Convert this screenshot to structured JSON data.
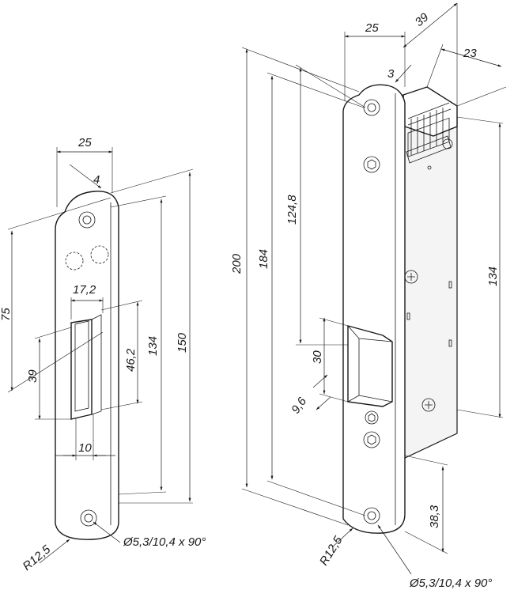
{
  "left_view": {
    "dims": {
      "width_top": "25",
      "step": "4",
      "slot_width": "17,2",
      "height_75": "75",
      "slot_height": "39",
      "offset": "46,2",
      "height_134": "134",
      "height_150": "150",
      "bottom_width": "10",
      "radius": "R12,5",
      "hole": "Ø5,3/10,4 x 90°"
    }
  },
  "right_view": {
    "dims": {
      "front_width": "25",
      "depth": "39",
      "body_width": "23",
      "plate_thickness": "3",
      "height_200": "200",
      "height_184": "184",
      "height_124": "124,8",
      "body_height": "134",
      "latch_height": "30",
      "latch_offset": "9,6",
      "bottom_offset": "38,3",
      "radius": "R12,5",
      "hole": "Ø5,3/10,4 x 90°"
    }
  }
}
